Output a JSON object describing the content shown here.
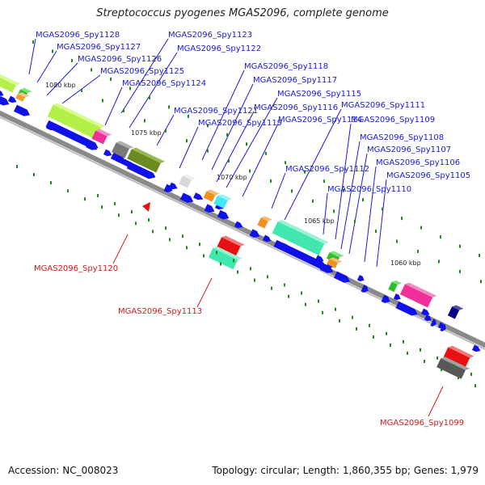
{
  "title": "Streptococcus pyogenes MGAS2096, complete genome",
  "footer": {
    "accession": "Accession: NC_008023",
    "summary": "Topology: circular; Length: 1,860,355 bp; Genes: 1,979"
  },
  "ticks": [
    "1080 kbp",
    "1075 kbp",
    "1070 kbp",
    "1065 kbp",
    "1060 kbp"
  ],
  "colors": {
    "backbone": "#8a8a8a",
    "gene_label": "#1a1ad6",
    "highlight_label": "#d81818",
    "gene": "#1010e8",
    "marker": "#1c8a1c"
  },
  "gene_labels": [
    "MGAS2096_Spy1128",
    "MGAS2096_Spy1127",
    "MGAS2096_Spy1126",
    "MGAS2096_Spy1125",
    "MGAS2096_Spy1124",
    "MGAS2096_Spy1123",
    "MGAS2096_Spy1122",
    "MGAS2096_Spy1121",
    "MGAS2096_Spy1119",
    "MGAS2096_Spy1118",
    "MGAS2096_Spy1117",
    "MGAS2096_Spy1116",
    "MGAS2096_Spy1115",
    "MGAS2096_Spy1114",
    "MGAS2096_Spy1112",
    "MGAS2096_Spy1111",
    "MGAS2096_Spy1110",
    "MGAS2096_Spy1109",
    "MGAS2096_Spy1108",
    "MGAS2096_Spy1107",
    "MGAS2096_Spy1106",
    "MGAS2096_Spy1105"
  ],
  "highlight_labels": [
    "MGAS2096_Spy1120",
    "MGAS2096_Spy1113",
    "MGAS2096_Spy1099"
  ]
}
